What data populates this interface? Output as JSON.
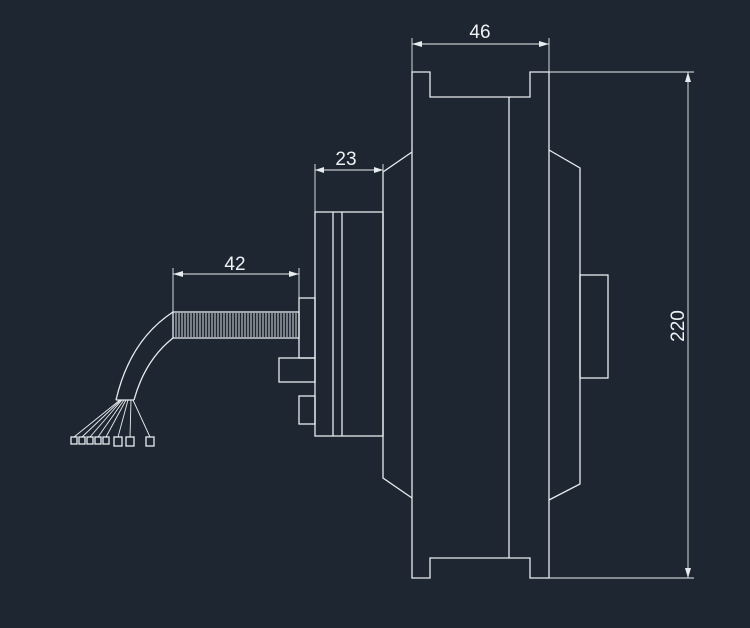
{
  "diagram": {
    "background": "#1e2731",
    "line_color": "#e8ecef",
    "dimensions": {
      "hub_width": "46",
      "stator_width": "23",
      "cable_length": "42",
      "diameter": "220"
    }
  }
}
